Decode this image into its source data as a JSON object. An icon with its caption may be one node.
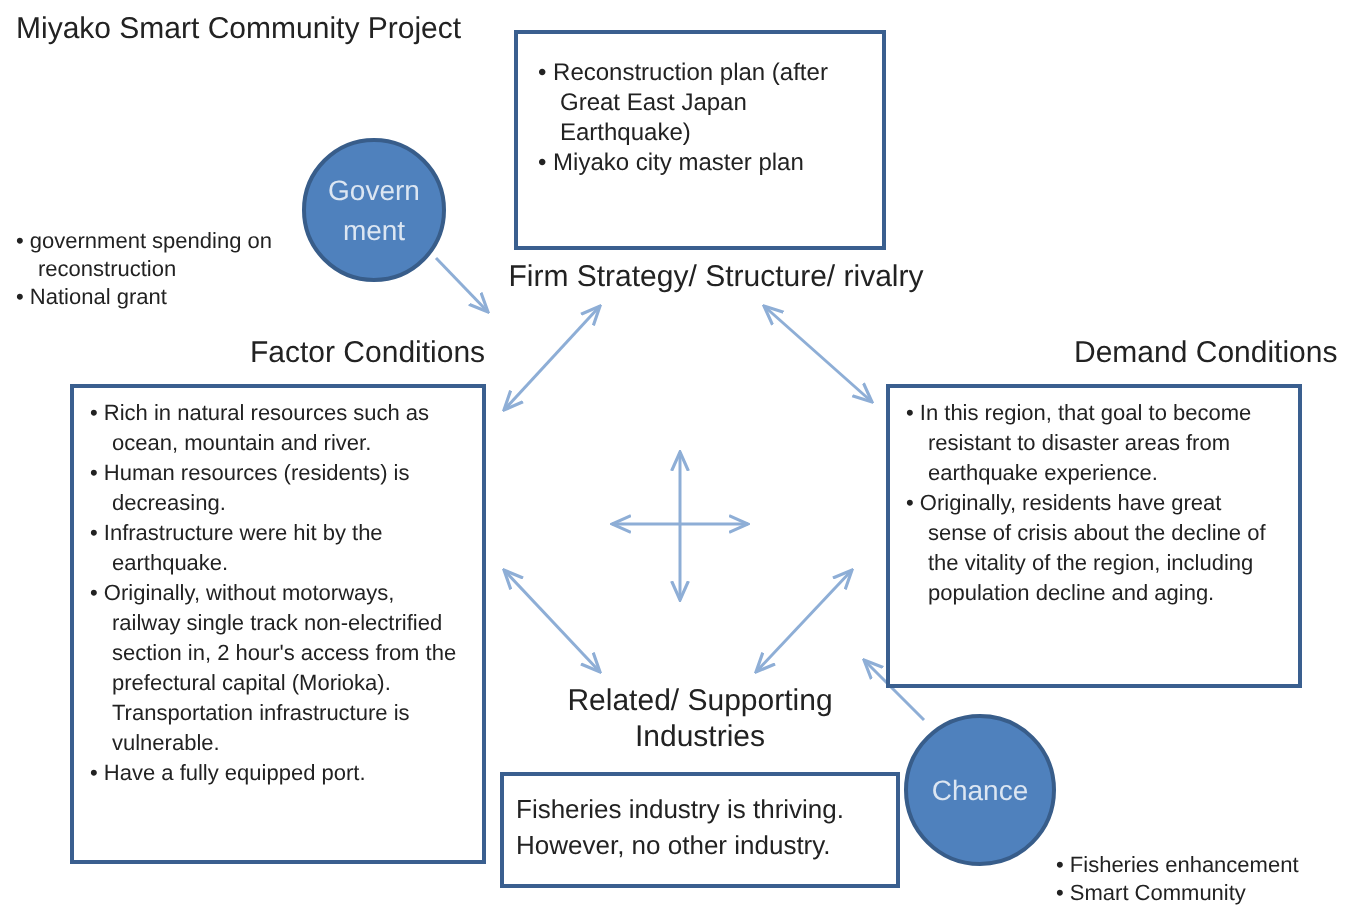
{
  "diagram": {
    "title": "Miyako Smart Community Project",
    "nodes": [
      {
        "text": [
          "• Reconstruction plan (after Great East Japan Earthquake)",
          "• Miyako city master plan",
          "Firm Strategy/ Structure/ rivalry"
        ]
      },
      {
        "text": [
          "Govern ment"
        ],
        "beside": [
          "• government spending on reconstruction",
          "• National grant"
        ]
      },
      {
        "text": [
          "Factor Conditions",
          "• Rich in natural resources such as ocean, mountain and river.",
          "• Human resources (residents) is decreasing.",
          "• Infrastructure were hit by the earthquake.",
          "• Originally, without motorways, railway single track non-electrified section in, 2 hour's access from the prefectural capital (Morioka). Transportation infrastructure is vulnerable.",
          "• Have a fully equipped port."
        ]
      },
      {
        "text": [
          "Demand Conditions",
          "• In this region, that goal to become resistant to disaster areas from earthquake experience.",
          "• Originally, residents have great sense of crisis about the decline of the vitality of the region, including population decline and aging."
        ]
      },
      {
        "text": [
          "Related/ Supporting Industries",
          "Fisheries industry is thriving. However, no other industry."
        ]
      },
      {
        "text": [
          "Chance"
        ],
        "beside": [
          "• Fisheries enhancement",
          "• Smart Community"
        ]
      }
    ],
    "edges": [
      {
        "from": 0,
        "to": 2,
        "arrow": "both"
      },
      {
        "from": 0,
        "to": 3,
        "arrow": "both"
      },
      {
        "from": 2,
        "to": 4,
        "arrow": "both"
      },
      {
        "from": 3,
        "to": 4,
        "arrow": "both"
      },
      {
        "from": 1,
        "to": 0,
        "arrow": "to"
      },
      {
        "from": 5,
        "to": 3,
        "arrow": "to"
      }
    ]
  }
}
